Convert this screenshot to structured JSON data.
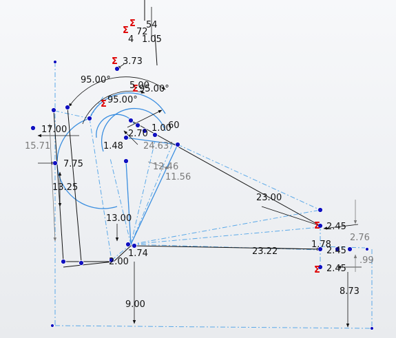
{
  "colors": {
    "background": "#f2f3f5",
    "geometry": "#3a8ee0",
    "construction": "#5aa8e8",
    "dimension": "#111111",
    "driven": "#7a7a7a",
    "point": "#1010c0",
    "relation": "#d00000"
  },
  "icons": [
    "sigma-icon"
  ],
  "labels": {
    "sigma": "Σ",
    "d_top_54": "54",
    "d_top_72": "72",
    "d_top_4": "4",
    "d_top_105": "1.05",
    "d_373": "3.73",
    "d_95a": "95.00°",
    "d_500": "5.00",
    "d_95b": "95.00°",
    "d_95c": "95.00°",
    "d_1700": "17.00",
    "d_1571": "15.71",
    "d_775": "7.75",
    "d_1325": "13.25",
    "d_060": "60",
    "d_100": "1.00",
    "d_270": "2.70",
    "d_148": "1.48",
    "d_2463": "24.63°",
    "d_1246": "12.46",
    "d_1156": "11.56",
    "d_2300": "23.00",
    "d_1300": "13.00",
    "d_174": "1.74",
    "d_200": "2.00",
    "d_2322": "23.22",
    "d_178": "1.78",
    "d_245a": "2.45",
    "d_245b": "2.45",
    "d_245c": "2.45",
    "d_276": "2.76",
    "d_199": ".99",
    "d_900": "9.00",
    "d_873": "8.73"
  }
}
